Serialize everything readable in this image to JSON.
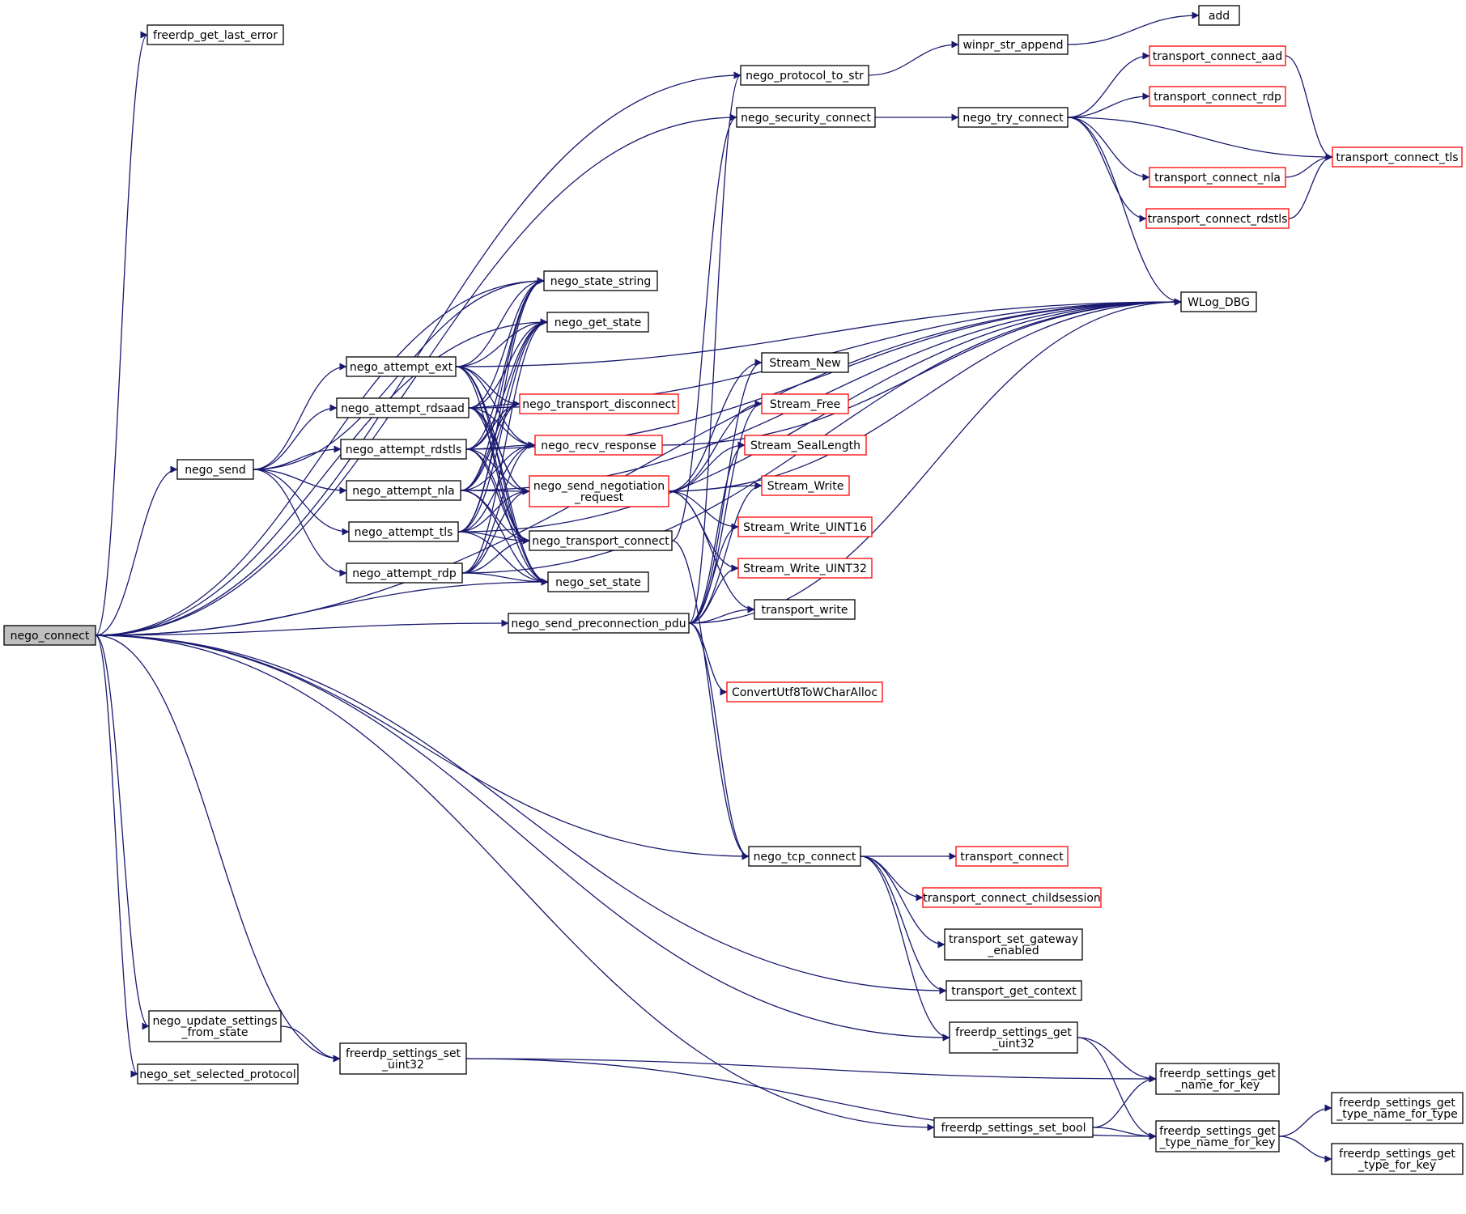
{
  "colors": {
    "edge": "#191970",
    "node_border": "#000000",
    "red_border": "#ff0000",
    "root_fill": "#bfbfbf"
  },
  "nodes": {
    "nego_connect": {
      "lines": [
        "nego_connect"
      ],
      "border": "black",
      "root": true
    },
    "freerdp_get_last_error": {
      "lines": [
        "freerdp_get_last_error"
      ],
      "border": "black"
    },
    "nego_protocol_to_str": {
      "lines": [
        "nego_protocol_to_str"
      ],
      "border": "black"
    },
    "winpr_str_append": {
      "lines": [
        "winpr_str_append"
      ],
      "border": "black"
    },
    "add": {
      "lines": [
        "add"
      ],
      "border": "black"
    },
    "nego_security_connect": {
      "lines": [
        "nego_security_connect"
      ],
      "border": "black"
    },
    "nego_try_connect": {
      "lines": [
        "nego_try_connect"
      ],
      "border": "black"
    },
    "transport_connect_aad": {
      "lines": [
        "transport_connect_aad"
      ],
      "border": "red"
    },
    "transport_connect_rdp": {
      "lines": [
        "transport_connect_rdp"
      ],
      "border": "red"
    },
    "transport_connect_tls": {
      "lines": [
        "transport_connect_tls"
      ],
      "border": "red"
    },
    "transport_connect_nla": {
      "lines": [
        "transport_connect_nla"
      ],
      "border": "red"
    },
    "transport_connect_rdstls": {
      "lines": [
        "transport_connect_rdstls"
      ],
      "border": "red"
    },
    "WLog_DBG": {
      "lines": [
        "WLog_DBG"
      ],
      "border": "black"
    },
    "nego_state_string": {
      "lines": [
        "nego_state_string"
      ],
      "border": "black"
    },
    "nego_get_state": {
      "lines": [
        "nego_get_state"
      ],
      "border": "black"
    },
    "nego_attempt_ext": {
      "lines": [
        "nego_attempt_ext"
      ],
      "border": "black"
    },
    "nego_attempt_rdsaad": {
      "lines": [
        "nego_attempt_rdsaad"
      ],
      "border": "black"
    },
    "nego_attempt_rdstls": {
      "lines": [
        "nego_attempt_rdstls"
      ],
      "border": "black"
    },
    "nego_attempt_nla": {
      "lines": [
        "nego_attempt_nla"
      ],
      "border": "black"
    },
    "nego_attempt_tls": {
      "lines": [
        "nego_attempt_tls"
      ],
      "border": "black"
    },
    "nego_attempt_rdp": {
      "lines": [
        "nego_attempt_rdp"
      ],
      "border": "black"
    },
    "nego_send": {
      "lines": [
        "nego_send"
      ],
      "border": "black"
    },
    "nego_transport_disconnect": {
      "lines": [
        "nego_transport_disconnect"
      ],
      "border": "red"
    },
    "nego_recv_response": {
      "lines": [
        "nego_recv_response"
      ],
      "border": "red"
    },
    "nego_send_negotiation_request": {
      "lines": [
        "nego_send_negotiation",
        "_request"
      ],
      "border": "red"
    },
    "nego_transport_connect": {
      "lines": [
        "nego_transport_connect"
      ],
      "border": "black"
    },
    "nego_set_state": {
      "lines": [
        "nego_set_state"
      ],
      "border": "black"
    },
    "nego_send_preconnection_pdu": {
      "lines": [
        "nego_send_preconnection_pdu"
      ],
      "border": "black"
    },
    "Stream_New": {
      "lines": [
        "Stream_New"
      ],
      "border": "black"
    },
    "Stream_Free": {
      "lines": [
        "Stream_Free"
      ],
      "border": "red"
    },
    "Stream_SealLength": {
      "lines": [
        "Stream_SealLength"
      ],
      "border": "red"
    },
    "Stream_Write": {
      "lines": [
        "Stream_Write"
      ],
      "border": "red"
    },
    "Stream_Write_UINT16": {
      "lines": [
        "Stream_Write_UINT16"
      ],
      "border": "red"
    },
    "Stream_Write_UINT32": {
      "lines": [
        "Stream_Write_UINT32"
      ],
      "border": "red"
    },
    "transport_write": {
      "lines": [
        "transport_write"
      ],
      "border": "black"
    },
    "ConvertUtf8ToWCharAlloc": {
      "lines": [
        "ConvertUtf8ToWCharAlloc"
      ],
      "border": "red"
    },
    "nego_tcp_connect": {
      "lines": [
        "nego_tcp_connect"
      ],
      "border": "black"
    },
    "transport_connect": {
      "lines": [
        "transport_connect"
      ],
      "border": "red"
    },
    "transport_connect_childsession": {
      "lines": [
        "transport_connect_childsession"
      ],
      "border": "red"
    },
    "transport_set_gateway_enabled": {
      "lines": [
        "transport_set_gateway",
        "_enabled"
      ],
      "border": "black"
    },
    "transport_get_context": {
      "lines": [
        "transport_get_context"
      ],
      "border": "black"
    },
    "freerdp_settings_get_uint32": {
      "lines": [
        "freerdp_settings_get",
        "_uint32"
      ],
      "border": "black"
    },
    "nego_update_settings_from_state": {
      "lines": [
        "nego_update_settings",
        "_from_state"
      ],
      "border": "black"
    },
    "freerdp_settings_set_uint32": {
      "lines": [
        "freerdp_settings_set",
        "_uint32"
      ],
      "border": "black"
    },
    "nego_set_selected_protocol": {
      "lines": [
        "nego_set_selected_protocol"
      ],
      "border": "black"
    },
    "freerdp_settings_get_name_for_key": {
      "lines": [
        "freerdp_settings_get",
        "_name_for_key"
      ],
      "border": "black"
    },
    "freerdp_settings_set_bool": {
      "lines": [
        "freerdp_settings_set_bool"
      ],
      "border": "black"
    },
    "freerdp_settings_get_type_name_for_key": {
      "lines": [
        "freerdp_settings_get",
        "_type_name_for_key"
      ],
      "border": "black"
    },
    "freerdp_settings_get_type_name_for_type": {
      "lines": [
        "freerdp_settings_get",
        "_type_name_for_type"
      ],
      "border": "black"
    },
    "freerdp_settings_get_type_for_key": {
      "lines": [
        "freerdp_settings_get",
        "_type_for_key"
      ],
      "border": "black"
    }
  },
  "edges": [
    [
      "nego_connect",
      "freerdp_get_last_error"
    ],
    [
      "nego_connect",
      "nego_protocol_to_str"
    ],
    [
      "nego_connect",
      "nego_security_connect"
    ],
    [
      "nego_connect",
      "WLog_DBG"
    ],
    [
      "nego_connect",
      "nego_state_string"
    ],
    [
      "nego_connect",
      "nego_get_state"
    ],
    [
      "nego_connect",
      "nego_send"
    ],
    [
      "nego_connect",
      "nego_set_state"
    ],
    [
      "nego_connect",
      "nego_send_preconnection_pdu"
    ],
    [
      "nego_connect",
      "nego_tcp_connect"
    ],
    [
      "nego_connect",
      "transport_get_context"
    ],
    [
      "nego_connect",
      "freerdp_settings_get_uint32"
    ],
    [
      "nego_connect",
      "nego_update_settings_from_state"
    ],
    [
      "nego_connect",
      "freerdp_settings_set_uint32"
    ],
    [
      "nego_connect",
      "nego_set_selected_protocol"
    ],
    [
      "nego_connect",
      "freerdp_settings_set_bool"
    ],
    [
      "nego_protocol_to_str",
      "winpr_str_append"
    ],
    [
      "winpr_str_append",
      "add"
    ],
    [
      "nego_security_connect",
      "nego_try_connect"
    ],
    [
      "nego_try_connect",
      "transport_connect_aad"
    ],
    [
      "nego_try_connect",
      "transport_connect_rdp"
    ],
    [
      "nego_try_connect",
      "transport_connect_tls"
    ],
    [
      "nego_try_connect",
      "transport_connect_nla"
    ],
    [
      "nego_try_connect",
      "transport_connect_rdstls"
    ],
    [
      "nego_try_connect",
      "WLog_DBG"
    ],
    [
      "transport_connect_aad",
      "transport_connect_tls"
    ],
    [
      "transport_connect_nla",
      "transport_connect_tls"
    ],
    [
      "transport_connect_rdstls",
      "transport_connect_tls"
    ],
    [
      "nego_send",
      "nego_attempt_ext"
    ],
    [
      "nego_send",
      "nego_attempt_rdsaad"
    ],
    [
      "nego_send",
      "nego_attempt_rdstls"
    ],
    [
      "nego_send",
      "nego_attempt_nla"
    ],
    [
      "nego_send",
      "nego_attempt_tls"
    ],
    [
      "nego_send",
      "nego_attempt_rdp"
    ],
    [
      "nego_send",
      "nego_state_string"
    ],
    [
      "nego_attempt_ext",
      "nego_state_string"
    ],
    [
      "nego_attempt_ext",
      "nego_get_state"
    ],
    [
      "nego_attempt_ext",
      "nego_transport_disconnect"
    ],
    [
      "nego_attempt_ext",
      "nego_recv_response"
    ],
    [
      "nego_attempt_ext",
      "nego_send_negotiation_request"
    ],
    [
      "nego_attempt_ext",
      "nego_transport_connect"
    ],
    [
      "nego_attempt_ext",
      "nego_set_state"
    ],
    [
      "nego_attempt_ext",
      "WLog_DBG"
    ],
    [
      "nego_attempt_rdsaad",
      "nego_state_string"
    ],
    [
      "nego_attempt_rdsaad",
      "nego_get_state"
    ],
    [
      "nego_attempt_rdsaad",
      "nego_transport_disconnect"
    ],
    [
      "nego_attempt_rdsaad",
      "nego_recv_response"
    ],
    [
      "nego_attempt_rdsaad",
      "nego_send_negotiation_request"
    ],
    [
      "nego_attempt_rdsaad",
      "nego_transport_connect"
    ],
    [
      "nego_attempt_rdsaad",
      "nego_set_state"
    ],
    [
      "nego_attempt_rdsaad",
      "WLog_DBG"
    ],
    [
      "nego_attempt_rdstls",
      "nego_state_string"
    ],
    [
      "nego_attempt_rdstls",
      "nego_get_state"
    ],
    [
      "nego_attempt_rdstls",
      "nego_transport_disconnect"
    ],
    [
      "nego_attempt_rdstls",
      "nego_recv_response"
    ],
    [
      "nego_attempt_rdstls",
      "nego_send_negotiation_request"
    ],
    [
      "nego_attempt_rdstls",
      "nego_transport_connect"
    ],
    [
      "nego_attempt_rdstls",
      "nego_set_state"
    ],
    [
      "nego_attempt_rdstls",
      "WLog_DBG"
    ],
    [
      "nego_attempt_nla",
      "nego_state_string"
    ],
    [
      "nego_attempt_nla",
      "nego_get_state"
    ],
    [
      "nego_attempt_nla",
      "nego_transport_disconnect"
    ],
    [
      "nego_attempt_nla",
      "nego_recv_response"
    ],
    [
      "nego_attempt_nla",
      "nego_send_negotiation_request"
    ],
    [
      "nego_attempt_nla",
      "nego_transport_connect"
    ],
    [
      "nego_attempt_nla",
      "nego_set_state"
    ],
    [
      "nego_attempt_nla",
      "WLog_DBG"
    ],
    [
      "nego_attempt_tls",
      "nego_state_string"
    ],
    [
      "nego_attempt_tls",
      "nego_get_state"
    ],
    [
      "nego_attempt_tls",
      "nego_transport_disconnect"
    ],
    [
      "nego_attempt_tls",
      "nego_recv_response"
    ],
    [
      "nego_attempt_tls",
      "nego_send_negotiation_request"
    ],
    [
      "nego_attempt_tls",
      "nego_transport_connect"
    ],
    [
      "nego_attempt_tls",
      "nego_set_state"
    ],
    [
      "nego_attempt_tls",
      "WLog_DBG"
    ],
    [
      "nego_attempt_rdp",
      "nego_get_state"
    ],
    [
      "nego_attempt_rdp",
      "nego_recv_response"
    ],
    [
      "nego_attempt_rdp",
      "nego_send_negotiation_request"
    ],
    [
      "nego_attempt_rdp",
      "nego_transport_connect"
    ],
    [
      "nego_attempt_rdp",
      "nego_set_state"
    ],
    [
      "nego_attempt_rdp",
      "WLog_DBG"
    ],
    [
      "nego_recv_response",
      "WLog_DBG"
    ],
    [
      "nego_send_negotiation_request",
      "Stream_New"
    ],
    [
      "nego_send_negotiation_request",
      "Stream_Free"
    ],
    [
      "nego_send_negotiation_request",
      "Stream_SealLength"
    ],
    [
      "nego_send_negotiation_request",
      "Stream_Write"
    ],
    [
      "nego_send_negotiation_request",
      "Stream_Write_UINT16"
    ],
    [
      "nego_send_negotiation_request",
      "Stream_Write_UINT32"
    ],
    [
      "nego_send_negotiation_request",
      "transport_write"
    ],
    [
      "nego_send_negotiation_request",
      "WLog_DBG"
    ],
    [
      "nego_transport_connect",
      "nego_security_connect"
    ],
    [
      "nego_transport_connect",
      "nego_tcp_connect"
    ],
    [
      "nego_send_preconnection_pdu",
      "Stream_New"
    ],
    [
      "nego_send_preconnection_pdu",
      "Stream_Free"
    ],
    [
      "nego_send_preconnection_pdu",
      "Stream_SealLength"
    ],
    [
      "nego_send_preconnection_pdu",
      "Stream_Write"
    ],
    [
      "nego_send_preconnection_pdu",
      "Stream_Write_UINT16"
    ],
    [
      "nego_send_preconnection_pdu",
      "Stream_Write_UINT32"
    ],
    [
      "nego_send_preconnection_pdu",
      "transport_write"
    ],
    [
      "nego_send_preconnection_pdu",
      "ConvertUtf8ToWCharAlloc"
    ],
    [
      "nego_send_preconnection_pdu",
      "WLog_DBG"
    ],
    [
      "nego_send_preconnection_pdu",
      "nego_tcp_connect"
    ],
    [
      "nego_send_preconnection_pdu",
      "nego_protocol_to_str"
    ],
    [
      "nego_tcp_connect",
      "transport_connect"
    ],
    [
      "nego_tcp_connect",
      "transport_connect_childsession"
    ],
    [
      "nego_tcp_connect",
      "transport_set_gateway_enabled"
    ],
    [
      "nego_tcp_connect",
      "transport_get_context"
    ],
    [
      "nego_tcp_connect",
      "freerdp_settings_get_uint32"
    ],
    [
      "nego_update_settings_from_state",
      "freerdp_settings_set_uint32"
    ],
    [
      "freerdp_settings_set_uint32",
      "freerdp_settings_get_name_for_key"
    ],
    [
      "freerdp_settings_set_uint32",
      "freerdp_settings_get_type_name_for_key"
    ],
    [
      "freerdp_settings_get_uint32",
      "freerdp_settings_get_name_for_key"
    ],
    [
      "freerdp_settings_get_uint32",
      "freerdp_settings_get_type_name_for_key"
    ],
    [
      "freerdp_settings_set_bool",
      "freerdp_settings_get_name_for_key"
    ],
    [
      "freerdp_settings_set_bool",
      "freerdp_settings_get_type_name_for_key"
    ],
    [
      "freerdp_settings_get_type_name_for_key",
      "freerdp_settings_get_type_name_for_type"
    ],
    [
      "freerdp_settings_get_type_name_for_key",
      "freerdp_settings_get_type_for_key"
    ]
  ]
}
